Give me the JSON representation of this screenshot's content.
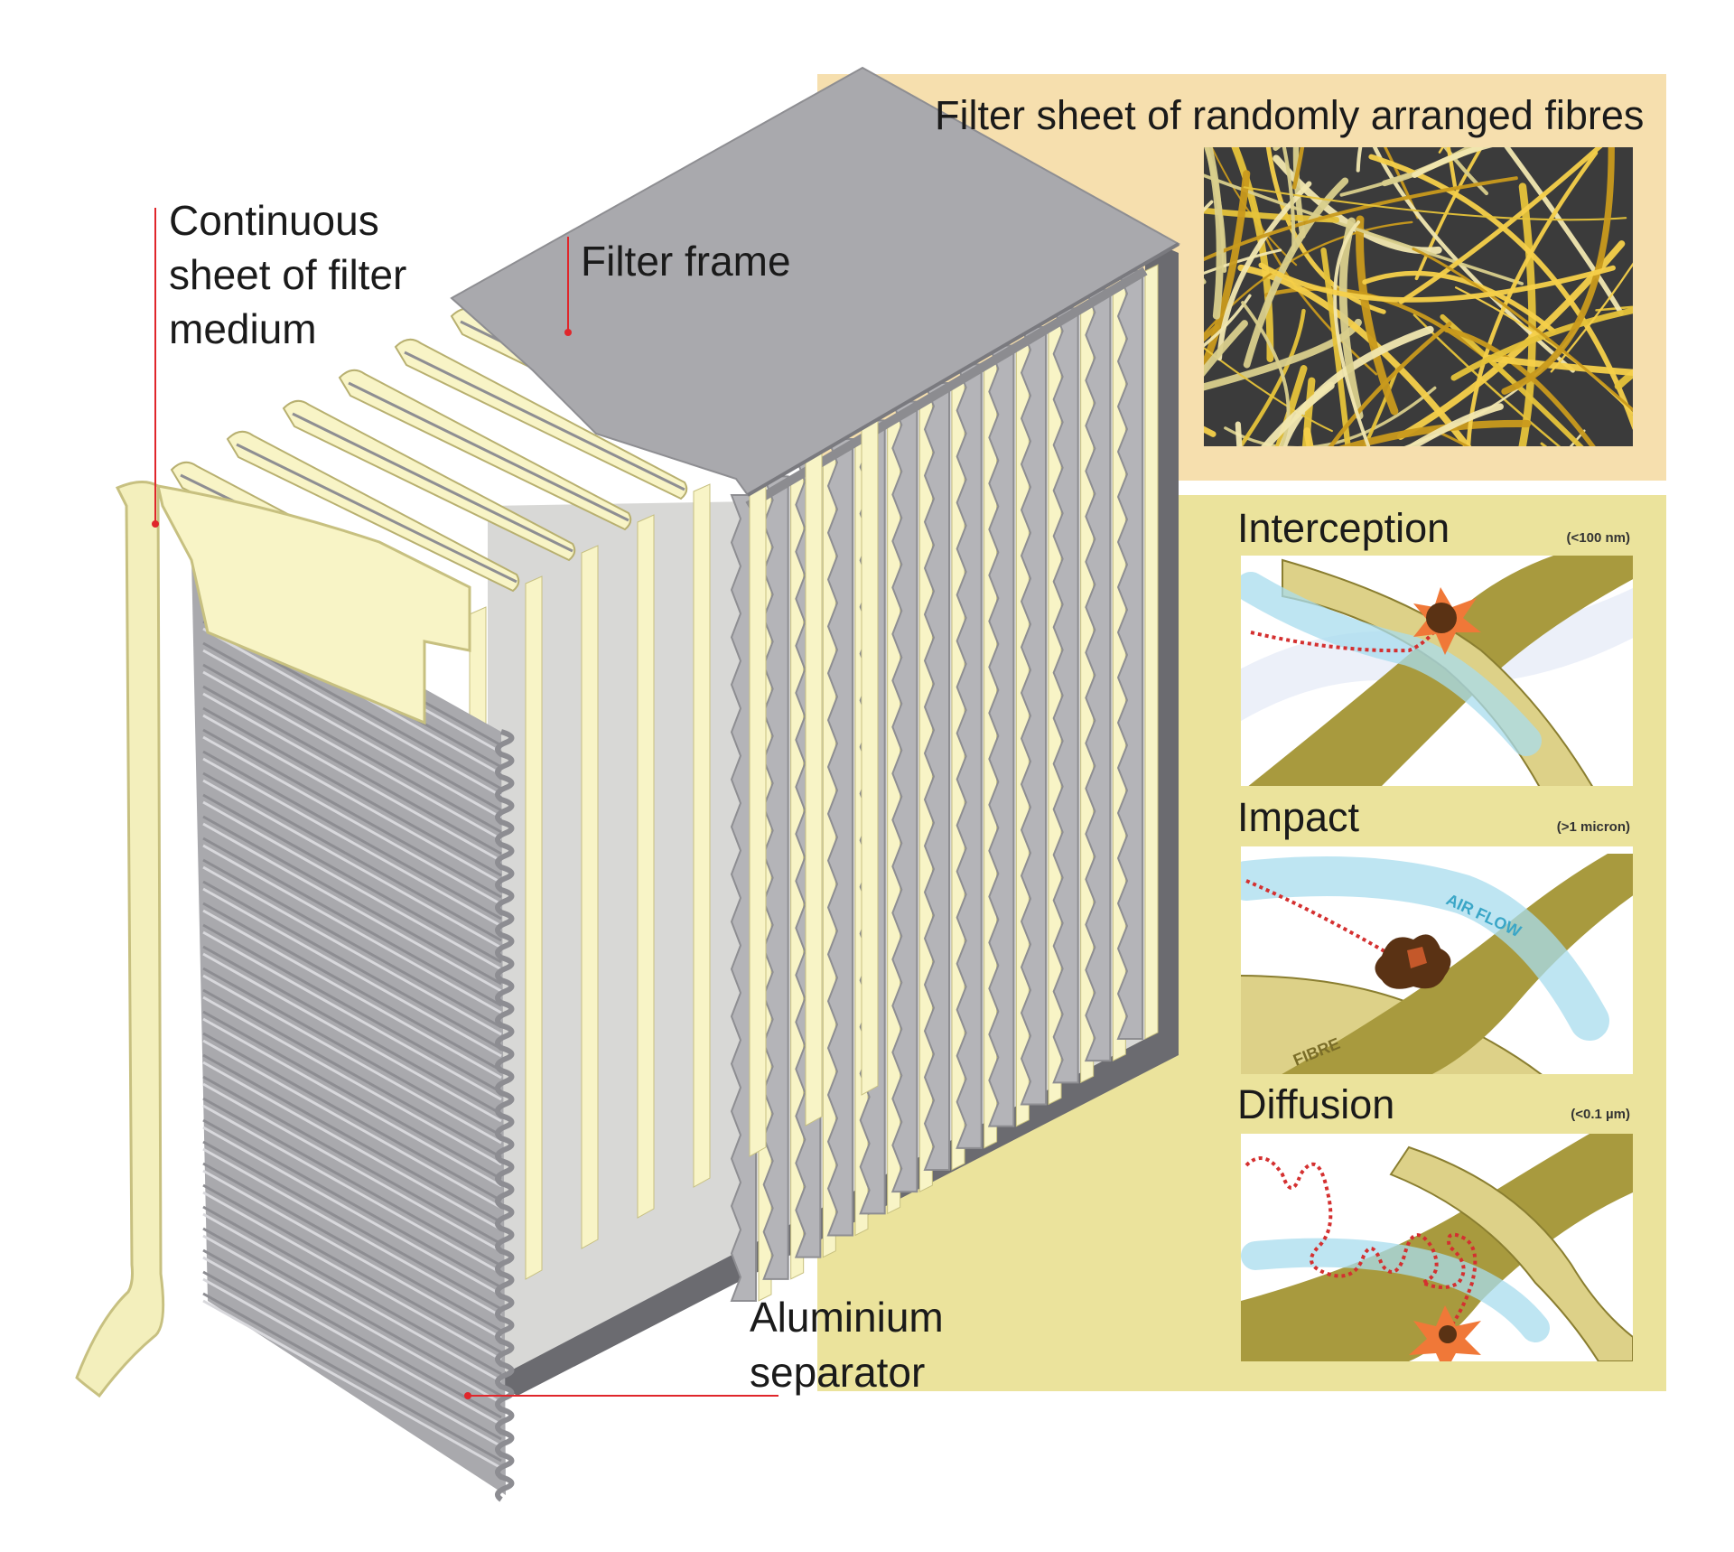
{
  "labels": {
    "continuous_sheet": [
      "Continuous",
      "sheet of filter",
      "medium"
    ],
    "filter_frame": "Filter frame",
    "aluminium_separator": [
      "Aluminium",
      "separator"
    ]
  },
  "fibre_panel": {
    "title": "Filter sheet of randomly arranged fibres"
  },
  "mechanisms": [
    {
      "name": "Interception",
      "size": "(<100 nm)"
    },
    {
      "name": "Impact",
      "size": "(>1 micron)",
      "airflow_tag": "AIR FLOW",
      "fibre_tag": "FIBRE"
    },
    {
      "name": "Diffusion",
      "size": "(<0.1 µm)"
    }
  ],
  "colors": {
    "panel_bg": "#f6dfae",
    "mech_bg": "#ebe39c",
    "pleat": "#f8f4c6",
    "separator": "#b4b4b8",
    "frame": "#a9a9ad",
    "fibre": "#b8a544",
    "leader_line": "#e0262b",
    "particle": "#5a3214"
  }
}
